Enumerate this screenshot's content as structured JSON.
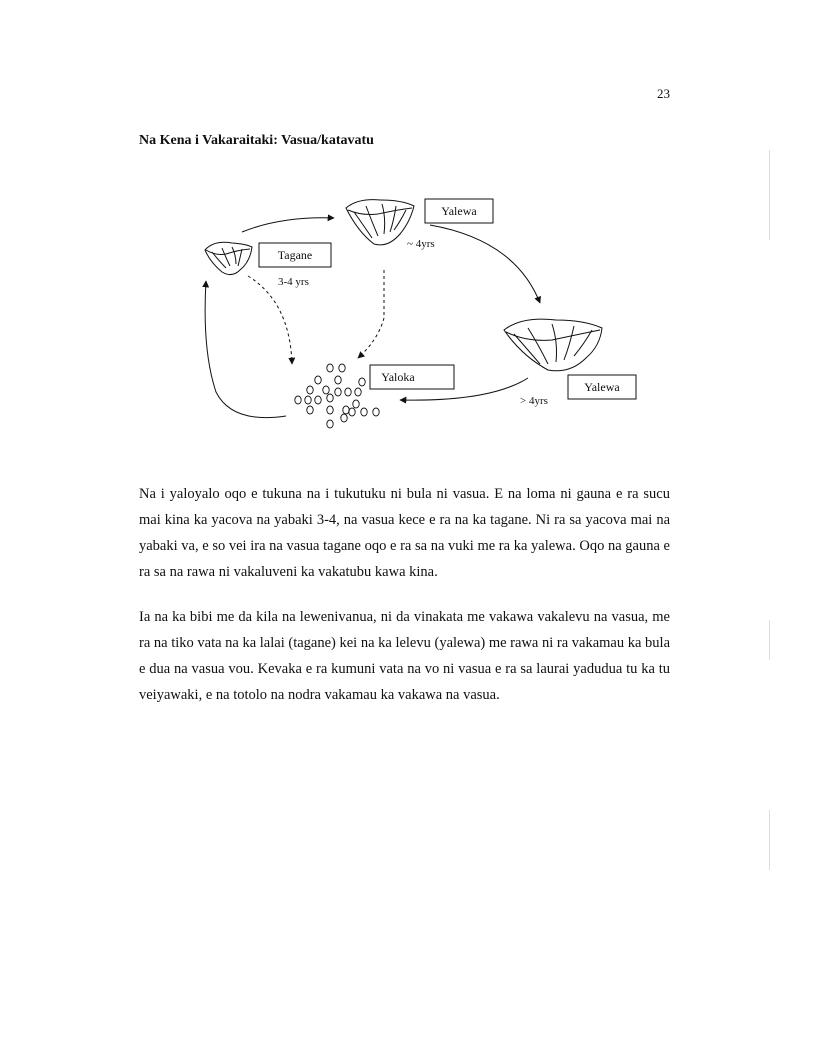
{
  "page": {
    "number": "23",
    "heading": "Na Kena i Vakaraitaki: Vasua/katavatu"
  },
  "diagram": {
    "labels": {
      "tagane": "Tagane",
      "yalewa_top": "Yalewa",
      "yalewa_right": "Yalewa",
      "yaloka": "Yaloka"
    },
    "ages": {
      "tagane": "3-4 yrs",
      "yalewa_top": "~ 4yrs",
      "yalewa_right": "> 4yrs"
    }
  },
  "paragraphs": [
    "Na i yaloyalo oqo e tukuna na i tukutuku ni bula ni vasua. E na loma ni gauna e ra sucu mai kina ka yacova na yabaki 3-4, na vasua kece e ra na ka tagane. Ni ra sa yacova mai na yabaki va, e so vei ira na vasua tagane oqo e ra sa na vuki me ra ka yalewa. Oqo na gauna e ra sa na rawa ni vakaluveni ka vakatubu kawa kina.",
    "Ia na ka bibi me da kila na lewenivanua, ni da vinakata me vakawa vakalevu na vasua, me ra na tiko vata na ka lalai (tagane) kei na ka lelevu (yalewa) me rawa ni ra vakamau ka bula e dua na vasua vou. Kevaka e ra kumuni vata na vo ni vasua e ra sa laurai yadudua tu ka tu veiyawaki, e na totolo na nodra vakamau ka vakawa na vasua."
  ]
}
